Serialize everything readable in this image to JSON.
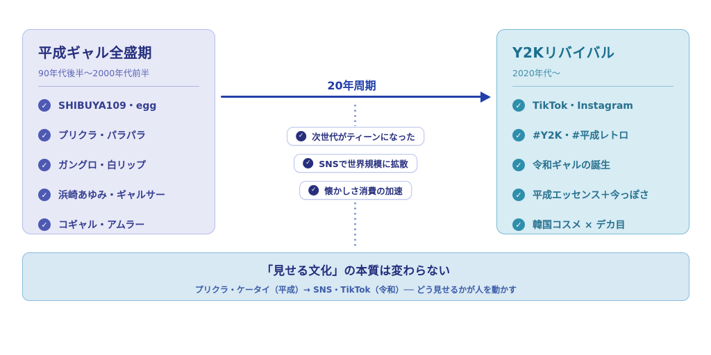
{
  "left_card": {
    "title": "平成ギャル全盛期",
    "subtitle": "90年代後半〜2000年代前半",
    "items": [
      "SHIBUYA109・egg",
      "プリクラ・パラパラ",
      "ガングロ・白リップ",
      "浜崎あゆみ・ギャルサー",
      "コギャル・アムラー"
    ]
  },
  "right_card": {
    "title": "Y2Kリバイバル",
    "subtitle": "2020年代〜",
    "items": [
      "TikTok・Instagram",
      "#Y2K・#平成レトロ",
      "令和ギャルの誕生",
      "平成エッセンス＋今っぽさ",
      "韓国コスメ × デカ目"
    ]
  },
  "cycle": {
    "label": "20年周期"
  },
  "reasons": [
    "次世代がティーンになった",
    "SNSで世界規模に拡散",
    "懐かしさ消費の加速"
  ],
  "bottom_card": {
    "title": "「見せる文化」の本質は変わらない",
    "subtitle": "プリクラ・ケータイ（平成）→ SNS・TikTok（令和）── どう見せるかが人を動かす"
  },
  "icons": {
    "check": "✓"
  },
  "colors": {
    "heisei_accent": "#4d59b3",
    "heisei_text": "#252f7e",
    "y2k_accent": "#2e8fac",
    "y2k_text": "#1a6f8e",
    "arrow": "#2140aa",
    "chip_text": "#272f7d"
  }
}
